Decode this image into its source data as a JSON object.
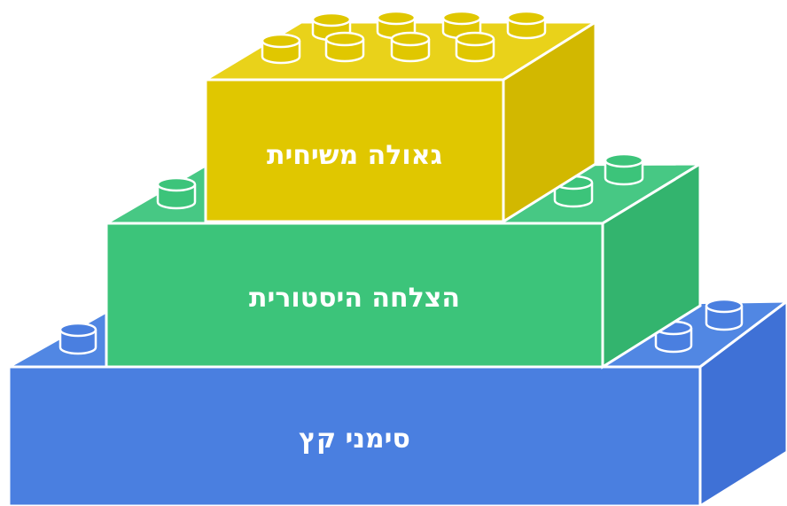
{
  "diagram": {
    "type": "stacked-lego-blocks",
    "blocks": [
      {
        "id": "top",
        "label": "גאולה משיחית",
        "front_color": "#E0C700",
        "top_color": "#E9D21A",
        "side_color": "#D2B800"
      },
      {
        "id": "middle",
        "label": "הצלחה היסטורית",
        "front_color": "#3CC47A",
        "top_color": "#47C884",
        "side_color": "#33B46E"
      },
      {
        "id": "bottom",
        "label": "סימני קץ",
        "front_color": "#4A7FE0",
        "top_color": "#5187E3",
        "side_color": "#3F71D6"
      }
    ]
  }
}
